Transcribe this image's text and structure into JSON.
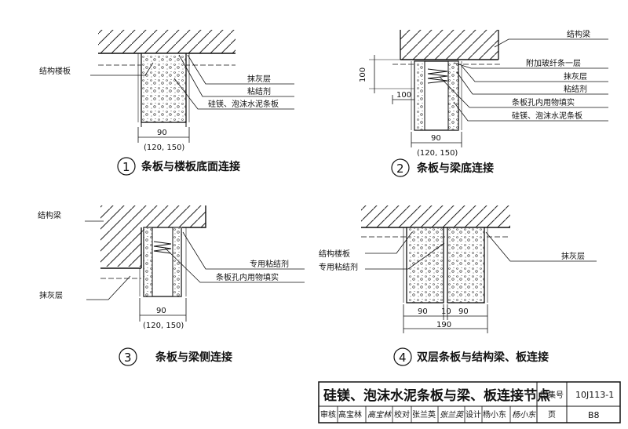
{
  "details": [
    {
      "number": "1",
      "caption": "条板与楼板底面连接",
      "labels": {
        "floor": "结构楼板",
        "plaster": "抹灰层",
        "adhesive": "粘结剂",
        "panel": "硅镁、泡沫水泥条板"
      },
      "dims": {
        "width": "90",
        "width_alt": "(120, 150)"
      }
    },
    {
      "number": "2",
      "caption": "条板与梁底连接",
      "labels": {
        "beam": "结构梁",
        "fiber": "附加玻纤条一层",
        "plaster": "抹灰层",
        "adhesive": "粘结剂",
        "fill": "条板孔内用物填实",
        "panel": "硅镁、泡沫水泥条板"
      },
      "dims": {
        "h100": "100",
        "w100": "100",
        "width": "90",
        "width_alt": "(120, 150)"
      }
    },
    {
      "number": "3",
      "caption": "条板与梁侧连接",
      "labels": {
        "beam": "结构梁",
        "special_adhesive": "专用粘结剂",
        "fill": "条板孔内用物填实",
        "plaster": "抹灰层"
      },
      "dims": {
        "width": "90",
        "width_alt": "(120, 150)"
      }
    },
    {
      "number": "4",
      "caption": "双层条板与结构梁、板连接",
      "labels": {
        "floor": "结构楼板",
        "special_adhesive": "专用粘结剂",
        "plaster": "抹灰层"
      },
      "dims": {
        "w1": "90",
        "gap": "10",
        "w2": "90",
        "total": "190"
      }
    }
  ],
  "title_block": {
    "title": "硅镁、泡沫水泥条板与梁、板连接节点",
    "atlas_label": "图集号",
    "atlas_no": "10J113-1",
    "review_label": "审核",
    "reviewer": "高宝林",
    "reviewer_sig": "高宝林",
    "check_label": "校对",
    "checker": "张兰英",
    "checker_sig": "张兰英",
    "design_label": "设计",
    "designer": "杨小东",
    "designer_sig": "杨小东",
    "page_label": "页",
    "page_no": "B8"
  }
}
